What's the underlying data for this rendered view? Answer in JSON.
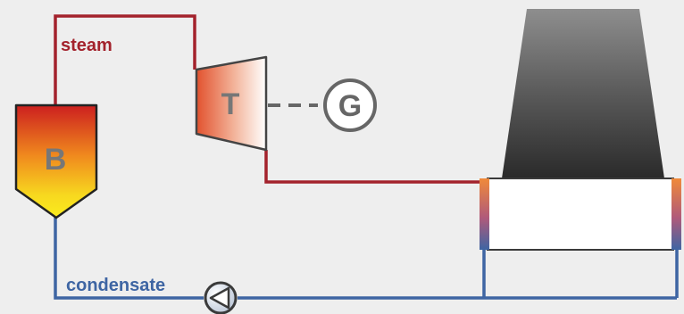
{
  "labels": {
    "steam": "steam",
    "condensate": "condensate",
    "boiler": "B",
    "turbine": "T",
    "generator": "G"
  },
  "colors": {
    "background": "#eeeeee",
    "steam_line": "#a3222c",
    "condensate_line": "#3e65a3",
    "label_gray": "#666666",
    "cooling_tower": "#3a3a3a"
  }
}
